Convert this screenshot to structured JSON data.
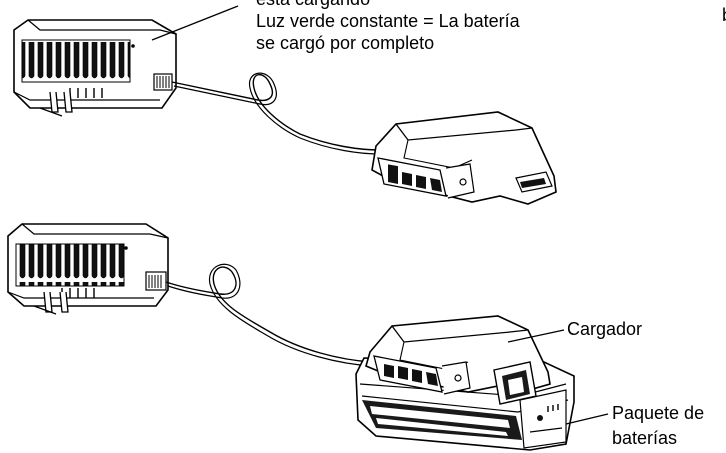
{
  "annotations": {
    "led_text_line1": "está cargando",
    "led_text_line2": "Luz verde constante = La batería",
    "led_text_line3": "se cargó por completo",
    "edge_fragment": "b",
    "charger_label": "Cargador",
    "battery_pack_label_line1": "Paquete de",
    "battery_pack_label_line2": "baterías"
  },
  "colors": {
    "line": "#000000",
    "body_fill": "#ffffff",
    "dark_fill": "#1a1a1a"
  }
}
